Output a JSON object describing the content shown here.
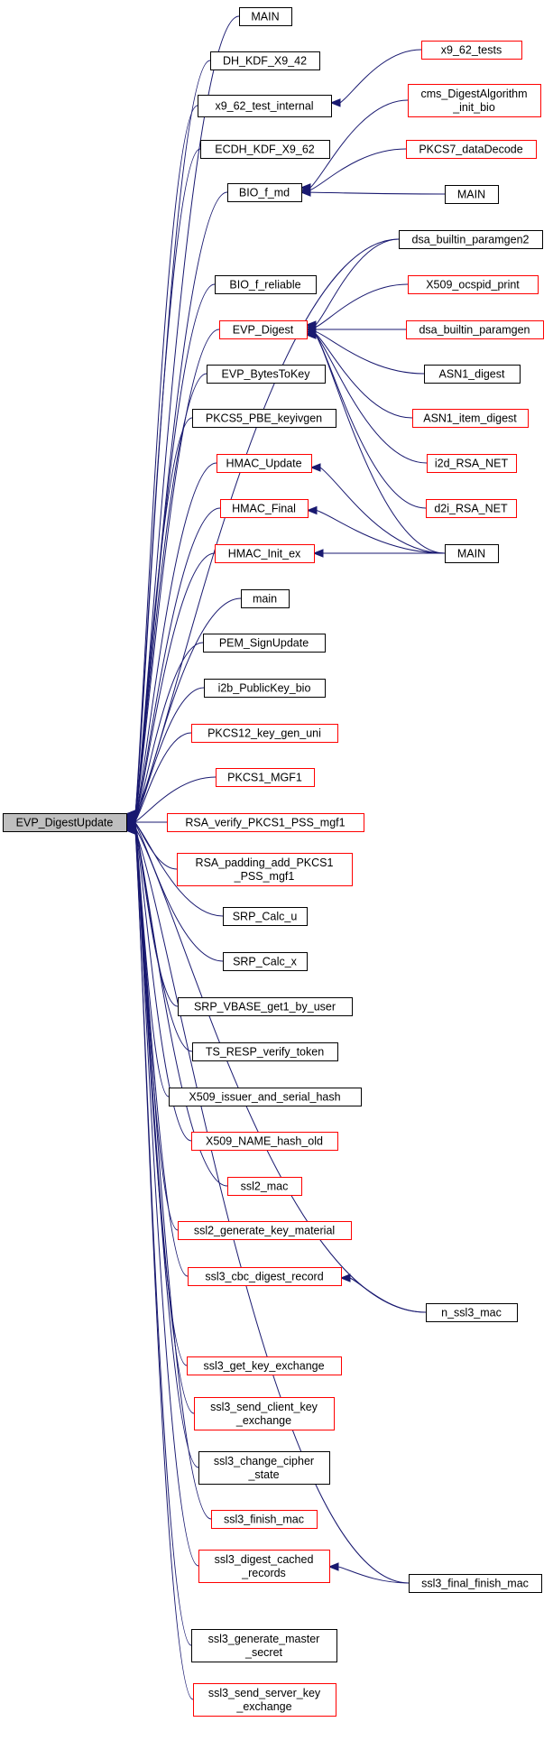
{
  "graph": {
    "root": "EVP_DigestUpdate",
    "nodes": [
      {
        "id": "root",
        "lines": [
          "EVP_DigestUpdate"
        ],
        "style": "root"
      },
      {
        "id": "main1",
        "lines": [
          "MAIN"
        ],
        "style": "black"
      },
      {
        "id": "dhkdf",
        "lines": [
          "DH_KDF_X9_42"
        ],
        "style": "black"
      },
      {
        "id": "x962ti",
        "lines": [
          "x9_62_test_internal"
        ],
        "style": "black"
      },
      {
        "id": "x962t",
        "lines": [
          "x9_62_tests"
        ],
        "style": "red"
      },
      {
        "id": "ecdhkdf",
        "lines": [
          "ECDH_KDF_X9_62"
        ],
        "style": "black"
      },
      {
        "id": "cmsdig",
        "lines": [
          "cms_DigestAlgorithm",
          "_init_bio"
        ],
        "style": "red"
      },
      {
        "id": "biofmd",
        "lines": [
          "BIO_f_md"
        ],
        "style": "black"
      },
      {
        "id": "pkcs7dd",
        "lines": [
          "PKCS7_dataDecode"
        ],
        "style": "red"
      },
      {
        "id": "main2",
        "lines": [
          "MAIN"
        ],
        "style": "black"
      },
      {
        "id": "dsabpg2",
        "lines": [
          "dsa_builtin_paramgen2"
        ],
        "style": "black"
      },
      {
        "id": "biofrel",
        "lines": [
          "BIO_f_reliable"
        ],
        "style": "black"
      },
      {
        "id": "x509ocsp",
        "lines": [
          "X509_ocspid_print"
        ],
        "style": "red"
      },
      {
        "id": "evpdigest",
        "lines": [
          "EVP_Digest"
        ],
        "style": "red"
      },
      {
        "id": "dsabpg",
        "lines": [
          "dsa_builtin_paramgen"
        ],
        "style": "red"
      },
      {
        "id": "evpb2k",
        "lines": [
          "EVP_BytesToKey"
        ],
        "style": "black"
      },
      {
        "id": "asn1dig",
        "lines": [
          "ASN1_digest"
        ],
        "style": "black"
      },
      {
        "id": "pkcs5",
        "lines": [
          "PKCS5_PBE_keyivgen"
        ],
        "style": "black"
      },
      {
        "id": "asn1item",
        "lines": [
          "ASN1_item_digest"
        ],
        "style": "red"
      },
      {
        "id": "hmacupd",
        "lines": [
          "HMAC_Update"
        ],
        "style": "red"
      },
      {
        "id": "i2drsa",
        "lines": [
          "i2d_RSA_NET"
        ],
        "style": "red"
      },
      {
        "id": "hmacfin",
        "lines": [
          "HMAC_Final"
        ],
        "style": "red"
      },
      {
        "id": "d2irsa",
        "lines": [
          "d2i_RSA_NET"
        ],
        "style": "red"
      },
      {
        "id": "hmacinit",
        "lines": [
          "HMAC_Init_ex"
        ],
        "style": "red"
      },
      {
        "id": "main3",
        "lines": [
          "MAIN"
        ],
        "style": "black"
      },
      {
        "id": "mainlc",
        "lines": [
          "main"
        ],
        "style": "black"
      },
      {
        "id": "pemsign",
        "lines": [
          "PEM_SignUpdate"
        ],
        "style": "black"
      },
      {
        "id": "i2bpub",
        "lines": [
          "i2b_PublicKey_bio"
        ],
        "style": "black"
      },
      {
        "id": "pkcs12",
        "lines": [
          "PKCS12_key_gen_uni"
        ],
        "style": "red"
      },
      {
        "id": "pkcs1mgf",
        "lines": [
          "PKCS1_MGF1"
        ],
        "style": "red"
      },
      {
        "id": "rsaverify",
        "lines": [
          "RSA_verify_PKCS1_PSS_mgf1"
        ],
        "style": "red"
      },
      {
        "id": "rsapad",
        "lines": [
          "RSA_padding_add_PKCS1",
          "_PSS_mgf1"
        ],
        "style": "red"
      },
      {
        "id": "srpu",
        "lines": [
          "SRP_Calc_u"
        ],
        "style": "black"
      },
      {
        "id": "srpx",
        "lines": [
          "SRP_Calc_x"
        ],
        "style": "black"
      },
      {
        "id": "srpvb",
        "lines": [
          "SRP_VBASE_get1_by_user"
        ],
        "style": "black"
      },
      {
        "id": "tsresp",
        "lines": [
          "TS_RESP_verify_token"
        ],
        "style": "black"
      },
      {
        "id": "x509isn",
        "lines": [
          "X509_issuer_and_serial_hash"
        ],
        "style": "black"
      },
      {
        "id": "x509nho",
        "lines": [
          "X509_NAME_hash_old"
        ],
        "style": "red"
      },
      {
        "id": "ssl2mac",
        "lines": [
          "ssl2_mac"
        ],
        "style": "red"
      },
      {
        "id": "ssl2gkm",
        "lines": [
          "ssl2_generate_key_material"
        ],
        "style": "red"
      },
      {
        "id": "ssl3cbc",
        "lines": [
          "ssl3_cbc_digest_record"
        ],
        "style": "red"
      },
      {
        "id": "nssl3mac",
        "lines": [
          "n_ssl3_mac"
        ],
        "style": "black"
      },
      {
        "id": "ssl3gke",
        "lines": [
          "ssl3_get_key_exchange"
        ],
        "style": "red"
      },
      {
        "id": "ssl3sck",
        "lines": [
          "ssl3_send_client_key",
          "_exchange"
        ],
        "style": "red"
      },
      {
        "id": "ssl3ccs",
        "lines": [
          "ssl3_change_cipher",
          "_state"
        ],
        "style": "black"
      },
      {
        "id": "ssl3fm",
        "lines": [
          "ssl3_finish_mac"
        ],
        "style": "red"
      },
      {
        "id": "ssl3dcr",
        "lines": [
          "ssl3_digest_cached",
          "_records"
        ],
        "style": "red"
      },
      {
        "id": "ssl3ffm",
        "lines": [
          "ssl3_final_finish_mac"
        ],
        "style": "black"
      },
      {
        "id": "ssl3gms",
        "lines": [
          "ssl3_generate_master",
          "_secret"
        ],
        "style": "black"
      },
      {
        "id": "ssl3ssk",
        "lines": [
          "ssl3_send_server_key",
          "_exchange"
        ],
        "style": "red"
      }
    ],
    "edges": [
      {
        "from": "main1",
        "to": "root"
      },
      {
        "from": "dhkdf",
        "to": "root"
      },
      {
        "from": "x962ti",
        "to": "root"
      },
      {
        "from": "ecdhkdf",
        "to": "root"
      },
      {
        "from": "biofmd",
        "to": "root"
      },
      {
        "from": "dsabpg2",
        "to": "root"
      },
      {
        "from": "biofrel",
        "to": "root"
      },
      {
        "from": "evpdigest",
        "to": "root"
      },
      {
        "from": "evpb2k",
        "to": "root"
      },
      {
        "from": "pkcs5",
        "to": "root"
      },
      {
        "from": "hmacupd",
        "to": "root"
      },
      {
        "from": "hmacfin",
        "to": "root"
      },
      {
        "from": "hmacinit",
        "to": "root"
      },
      {
        "from": "mainlc",
        "to": "root"
      },
      {
        "from": "pemsign",
        "to": "root"
      },
      {
        "from": "i2bpub",
        "to": "root"
      },
      {
        "from": "pkcs12",
        "to": "root"
      },
      {
        "from": "pkcs1mgf",
        "to": "root"
      },
      {
        "from": "rsaverify",
        "to": "root"
      },
      {
        "from": "rsapad",
        "to": "root"
      },
      {
        "from": "srpu",
        "to": "root"
      },
      {
        "from": "srpx",
        "to": "root"
      },
      {
        "from": "srpvb",
        "to": "root"
      },
      {
        "from": "tsresp",
        "to": "root"
      },
      {
        "from": "x509isn",
        "to": "root"
      },
      {
        "from": "x509nho",
        "to": "root"
      },
      {
        "from": "ssl2mac",
        "to": "root"
      },
      {
        "from": "ssl2gkm",
        "to": "root"
      },
      {
        "from": "ssl3cbc",
        "to": "root"
      },
      {
        "from": "nssl3mac",
        "to": "root"
      },
      {
        "from": "ssl3gke",
        "to": "root"
      },
      {
        "from": "ssl3sck",
        "to": "root"
      },
      {
        "from": "ssl3ccs",
        "to": "root"
      },
      {
        "from": "ssl3fm",
        "to": "root"
      },
      {
        "from": "ssl3dcr",
        "to": "root"
      },
      {
        "from": "ssl3ffm",
        "to": "root"
      },
      {
        "from": "ssl3gms",
        "to": "root"
      },
      {
        "from": "ssl3ssk",
        "to": "root"
      },
      {
        "from": "x962t",
        "to": "x962ti"
      },
      {
        "from": "cmsdig",
        "to": "biofmd"
      },
      {
        "from": "pkcs7dd",
        "to": "biofmd"
      },
      {
        "from": "main2",
        "to": "biofmd"
      },
      {
        "from": "dsabpg2",
        "to": "evpdigest"
      },
      {
        "from": "x509ocsp",
        "to": "evpdigest"
      },
      {
        "from": "dsabpg",
        "to": "evpdigest"
      },
      {
        "from": "asn1dig",
        "to": "evpdigest"
      },
      {
        "from": "asn1item",
        "to": "evpdigest"
      },
      {
        "from": "i2drsa",
        "to": "evpdigest"
      },
      {
        "from": "d2irsa",
        "to": "evpdigest"
      },
      {
        "from": "main3",
        "to": "evpdigest"
      },
      {
        "from": "main3",
        "to": "hmacupd"
      },
      {
        "from": "main3",
        "to": "hmacfin"
      },
      {
        "from": "main3",
        "to": "hmacinit"
      },
      {
        "from": "nssl3mac",
        "to": "ssl3cbc"
      },
      {
        "from": "ssl3ffm",
        "to": "ssl3dcr"
      }
    ]
  }
}
